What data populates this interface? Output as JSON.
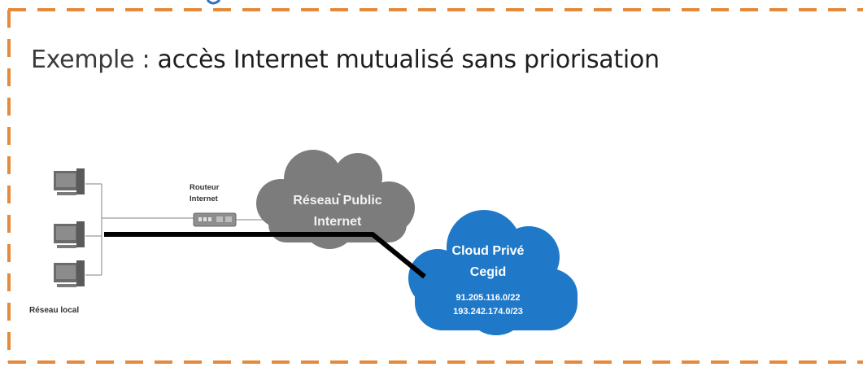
{
  "title": {
    "prefix": "Exemple :",
    "text": "accès Internet mutualisé sans priorisation"
  },
  "router": {
    "line1": "Routeur",
    "line2": "Internet"
  },
  "public_cloud": {
    "line1": "Réseau Public",
    "line2": "Internet"
  },
  "private_cloud": {
    "line1": "Cloud Privé",
    "line2": "Cegid",
    "ip1": "91.205.116.0/22",
    "ip2": "193.242.174.0/23"
  },
  "local_network": {
    "label": "Réseau local"
  },
  "colors": {
    "frame": "#e58a3a",
    "public_cloud": "#7c7c7c",
    "private_cloud": "#1f78c8",
    "link": "#000000"
  }
}
